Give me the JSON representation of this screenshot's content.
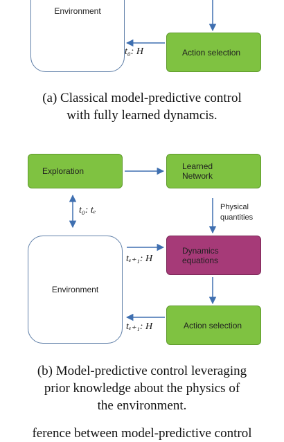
{
  "diagram_a": {
    "environment_label": "Environment",
    "action_selection_label": "Action selection",
    "edge_label": "t₀: H",
    "caption_line1": "(a) Classical model-predictive control",
    "caption_line2": "with fully learned dynamcis."
  },
  "diagram_b": {
    "exploration_label": "Exploration",
    "learned_network_line1": "Learned",
    "learned_network_line2": "Network",
    "physical_quantities_line1": "Physical",
    "physical_quantities_line2": "quantities",
    "explore_env_label": "t₀: tₑ",
    "dynamics_line1": "Dynamics",
    "dynamics_line2": "equations",
    "environment_label": "Environment",
    "action_selection_label": "Action selection",
    "to_dynamics_label": "tₑ₊₁: H",
    "to_env_label": "tₑ₊₁: H",
    "caption_line1": "(b) Model-predictive control leveraging",
    "caption_line2": "prior knowledge about the physics of",
    "caption_line3": "the environment."
  },
  "bottom_partial_text": "ference between model-predictive control",
  "colors": {
    "green_box": "#7fc241",
    "purple_box": "#a63a78",
    "arrow_blue": "#3f6fb0",
    "environment_border": "#5f7fa8"
  }
}
